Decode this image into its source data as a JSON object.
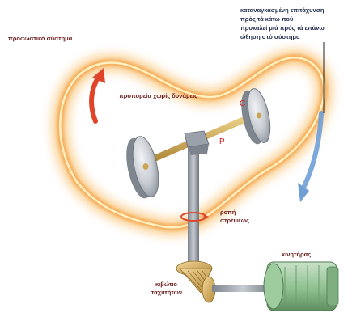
{
  "labels": {
    "system": "πρoσωστικό σύστημα",
    "motion": "πρoπορεία χωρίς δυνάμεις",
    "force_line1": "καταναγκασμένη επιτάχυνση",
    "force_line2": "πρός τά κάτω πού",
    "force_line3": "προκαλεί μιά πρός τά επάνω",
    "force_line4": "ώθηση στό σύστημα",
    "torque_line1": "ροπή",
    "torque_line2": "στρέψεως",
    "motor": "κινητήρας",
    "gearbox_line1": "κιβώτιο",
    "gearbox_line2": "ταχυτήτων",
    "point_c": "C",
    "point_p": "P"
  },
  "colors": {
    "path_glow": "#f7b24c",
    "path_core": "#fff1c2",
    "arrow_red": "#e0452a",
    "arrow_blue": "#6f9fd6",
    "disk": "#c9cdd3",
    "shaft": "#caa451",
    "motor": "#8fc090",
    "gear": "#d8b46a"
  }
}
